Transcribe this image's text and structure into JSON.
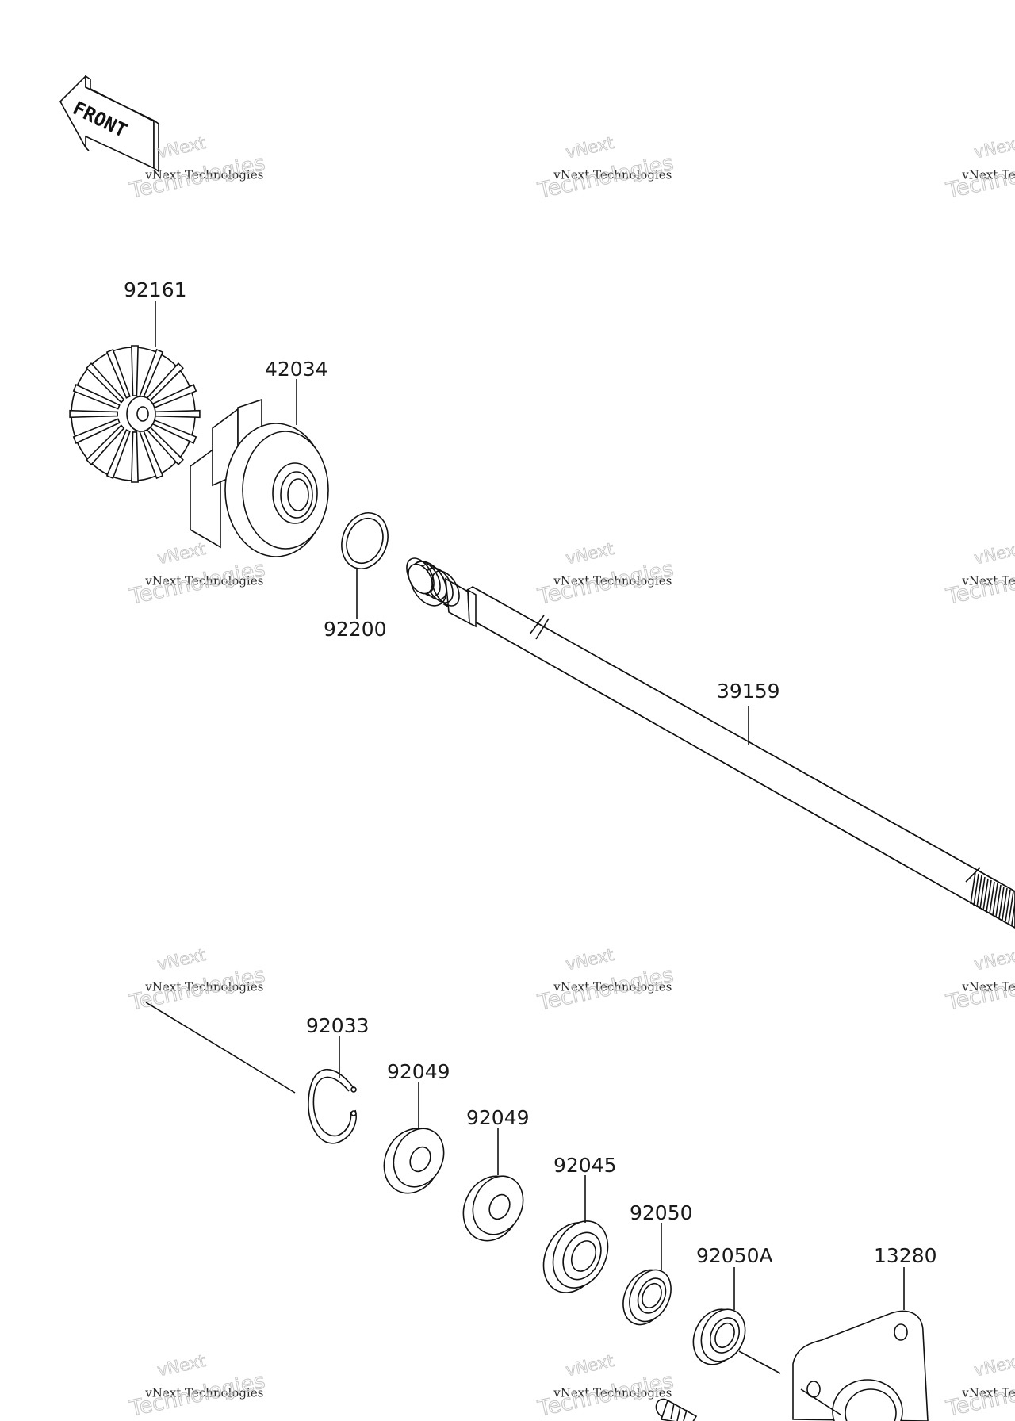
{
  "diagram": {
    "front_marker": "FRONT",
    "parts": {
      "p92161": "92161",
      "p42034": "42034",
      "p92200": "92200",
      "p39159": "39159",
      "p92033": "92033",
      "p92049a": "92049",
      "p92049b": "92049",
      "p92045": "92045",
      "p92050": "92050",
      "p92050A": "92050A",
      "p13280": "13280"
    },
    "watermark": {
      "line1": "vNext",
      "line2": "vNext Technologies",
      "line3": "Technologies"
    }
  }
}
